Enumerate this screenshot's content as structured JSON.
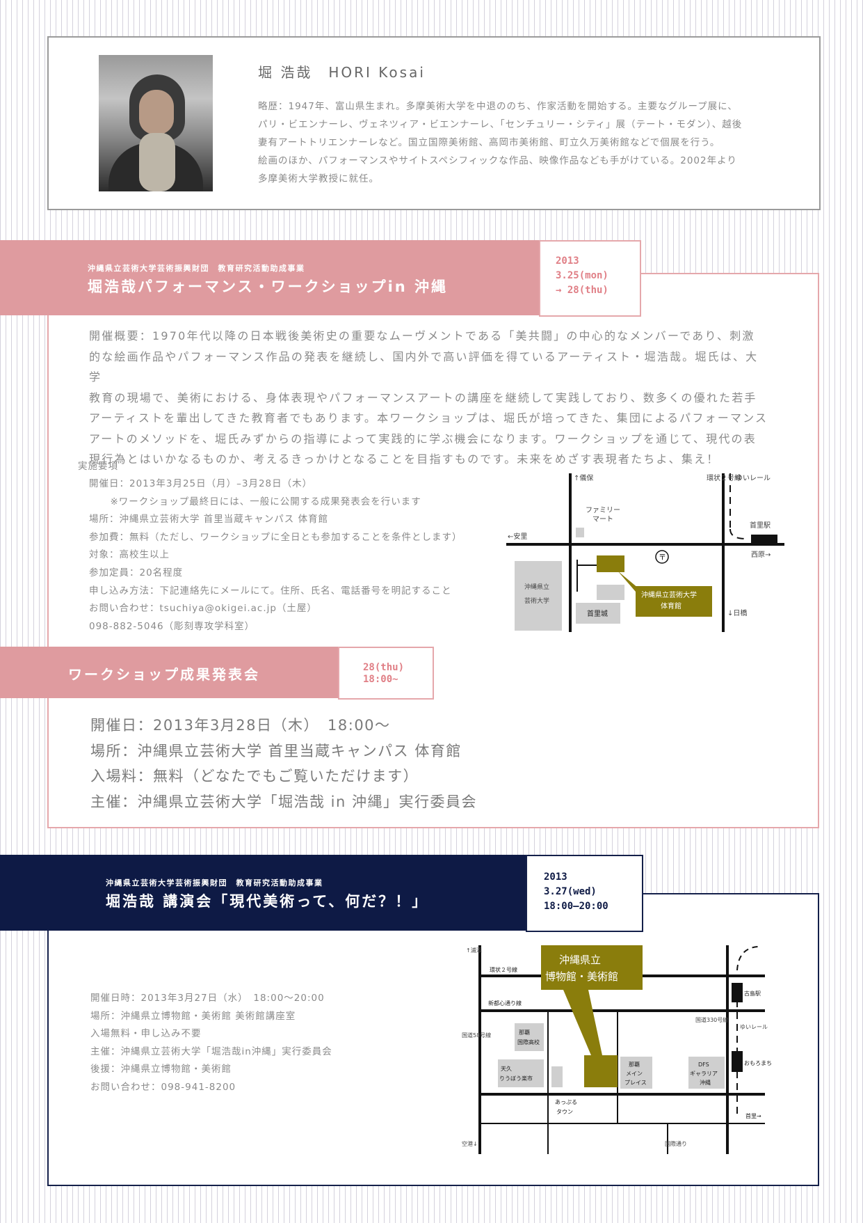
{
  "profile": {
    "name": "堀 浩哉　HORI Kosai",
    "bio": [
      "略歴：1947年、富山県生まれ。多摩美術大学を中退ののち、作家活動を開始する。主要なグループ展に、",
      "パリ・ビエンナーレ、ヴェネツィア・ビエンナーレ、「センチュリー・シティ」展（テート・モダン）、越後",
      "妻有アートトリエンナーレなど。国立国際美術館、高岡市美術館、町立久万美術館などで個展を行う。",
      "絵画のほか、パフォーマンスやサイトスペシフィックな作品、映像作品なども手がけている。2002年より",
      "多摩美術大学教授に就任。"
    ]
  },
  "workshop": {
    "subtitle": "沖縄県立芸術大学芸術振興財団　教育研究活動助成事業",
    "title": "堀浩哉パフォーマンス・ワークショップin 沖縄",
    "date_lines": [
      "2013",
      "3.25(mon)",
      "→ 28(thu)"
    ],
    "overview": [
      "開催概要：1970年代以降の日本戦後美術史の重要なムーヴメントである「美共闘」の中心的なメンバーであり、刺激",
      "的な絵画作品やパフォーマンス作品の発表を継続し、国内外で高い評価を得ているアーティスト・堀浩哉。堀氏は、大学",
      "教育の現場で、美術における、身体表現やパフォーマンスアートの講座を継続して実践しており、数多くの優れた若手",
      "アーティストを輩出してきた教育者でもあります。本ワークショップは、堀氏が培ってきた、集団によるパフォーマンス",
      "アートのメソッドを、堀氏みずからの指導によって実践的に学ぶ機会になります。ワークショップを通じて、現代の表",
      "現行為とはいかなるものか、考えるきっかけとなることを目指すものです。未来をめざす表現者たちよ、集え！"
    ],
    "requirements_title": "実施要項",
    "requirements": [
      "開催日：2013年3月25日（月）–3月28日（木）",
      "　※ワークショップ最終日には、一般に公開する成果発表会を行います",
      "場所：沖縄県立芸術大学 首里当蔵キャンパス 体育館",
      "参加費：無料（ただし、ワークショップに全日とも参加することを条件とします）",
      "対象：高校生以上",
      "参加定員：20名程度",
      "申し込み方法：下記連絡先にメールにて。住所、氏名、電話番号を明記すること",
      "お問い合わせ：tsuchiya@okigei.ac.jp（土屋）",
      "098-882-5046（彫刻専攻学科室）"
    ],
    "map": {
      "gibo": "↑儀保",
      "ring2": "環状２号線",
      "yui": "ゆいレール",
      "familymart": [
        "ファミリー",
        "マート"
      ],
      "shuri_sta": "首里駅",
      "aja": "←安里",
      "nishihara": "西原→",
      "univ": [
        "沖縄県立",
        "芸術大学"
      ],
      "target": [
        "沖縄県立芸術大学",
        "体育館"
      ],
      "castle": "首里城",
      "ippashi": "↓日橋",
      "post": "〒"
    }
  },
  "result": {
    "title": "ワークショップ成果発表会",
    "date_lines": [
      "28(thu)",
      "18:00~"
    ],
    "lines": [
      "開催日：2013年3月28日（木）　18:00～",
      "場所：沖縄県立芸術大学 首里当蔵キャンパス 体育館",
      "入場料：無料（どなたでもご覧いただけます）",
      "主催：沖縄県立芸術大学「堀浩哉 in 沖縄」実行委員会"
    ]
  },
  "lecture": {
    "subtitle": "沖縄県立芸術大学芸術振興財団　教育研究活動助成事業",
    "title": "堀浩哉 講演会「現代美術って、何だ？！」",
    "date_lines": [
      "2013",
      "3.27(wed)",
      "18:00–20:00"
    ],
    "lines": [
      "開催日時：2013年3月27日（水）　18:00～20:00",
      "場所：沖縄県立博物館・美術館 美術館講座室",
      "入場無料・申し込み不要",
      "主催：沖縄県立芸術大学「堀浩哉in沖縄」実行委員会",
      "後援：沖縄県立博物館・美術館",
      "お問い合わせ：098-941-8200"
    ],
    "map": {
      "urasoe": "↑浦添",
      "ring2": "環状２号線",
      "museum": [
        "沖縄県立",
        "博物館・美術館"
      ],
      "shintoshin": "新都心通り線",
      "route58": "国道58号線",
      "kokusai_hs": [
        "那覇",
        "国際高校"
      ],
      "tenku": [
        "天久",
        "りうぼう楽市"
      ],
      "apple": [
        "あっぷる",
        "タウン"
      ],
      "main_place": [
        "那覇",
        "メイン",
        "プレイス"
      ],
      "dfs": [
        "DFS",
        "ギャラリア",
        "沖縄"
      ],
      "route330": "国道330号線",
      "furujima": "古島駅",
      "yui": "ゆいレール",
      "omoromachi": "おもろまち駅",
      "shuri": "首里→",
      "kokusai_st": "国際通り",
      "airport": "空港↓"
    }
  }
}
